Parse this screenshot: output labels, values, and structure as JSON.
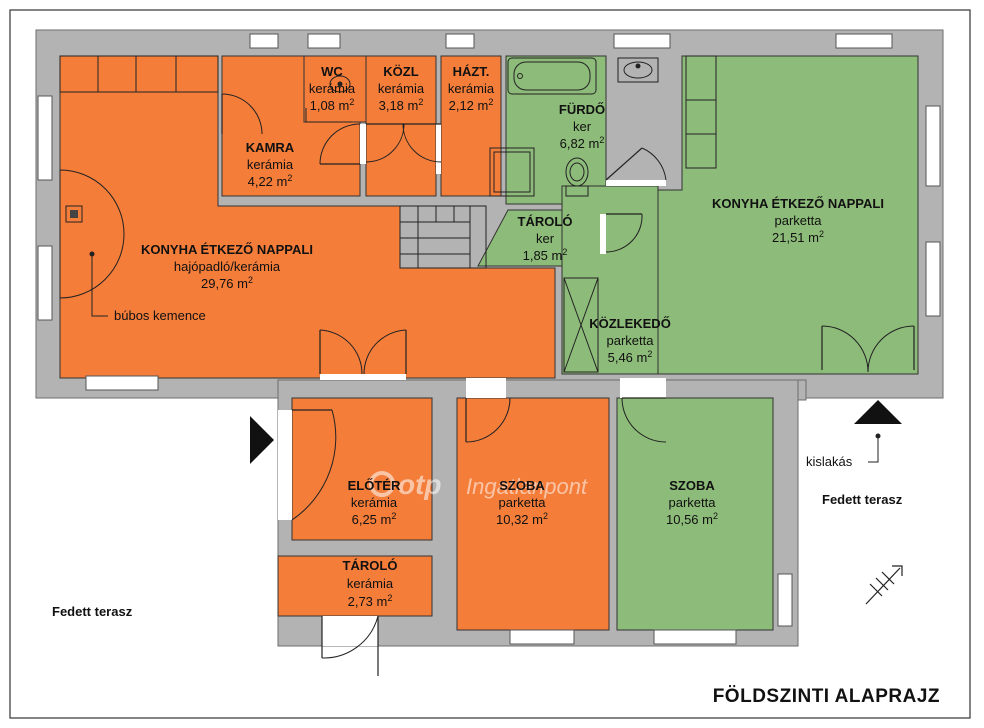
{
  "plan_title": "FÖLDSZINTI ALAPRAJZ",
  "watermark": {
    "brand": "otp",
    "suffix": "Ingatlanpont"
  },
  "colors": {
    "orange": "#f47d3a",
    "green": "#8dbb79",
    "wall": "#b3b3b3",
    "white": "#ffffff"
  },
  "rooms": [
    {
      "id": "nappali-1",
      "name": "KONYHA ÉTKEZŐ NAPPALI",
      "material": "hajópadló/kerámia",
      "area": "29,76 m",
      "unit_sup": "2"
    },
    {
      "id": "wc",
      "name": "WC",
      "material": "kerámia",
      "area": "1,08 m",
      "unit_sup": "2"
    },
    {
      "id": "kozl",
      "name": "KÖZL",
      "material": "kerámia",
      "area": "3,18 m",
      "unit_sup": "2"
    },
    {
      "id": "hazt",
      "name": "HÁZT.",
      "material": "kerámia",
      "area": "2,12 m",
      "unit_sup": "2"
    },
    {
      "id": "kamra",
      "name": "KAMRA",
      "material": "kerámia",
      "area": "4,22 m",
      "unit_sup": "2"
    },
    {
      "id": "furdo",
      "name": "FÜRDŐ",
      "material": "ker",
      "area": "6,82 m",
      "unit_sup": "2"
    },
    {
      "id": "tarolo-1",
      "name": "TÁROLÓ",
      "material": "ker",
      "area": "1,85 m",
      "unit_sup": "2"
    },
    {
      "id": "nappali-2",
      "name": "KONYHA ÉTKEZŐ NAPPALI",
      "material": "parketta",
      "area": "21,51 m",
      "unit_sup": "2"
    },
    {
      "id": "kozlekedo",
      "name": "KÖZLEKEDŐ",
      "material": "parketta",
      "area": "5,46 m",
      "unit_sup": "2"
    },
    {
      "id": "eloter",
      "name": "ELŐTÉR",
      "material": "kerámia",
      "area": "6,25 m",
      "unit_sup": "2"
    },
    {
      "id": "szoba-1",
      "name": "SZOBA",
      "material": "parketta",
      "area": "10,32 m",
      "unit_sup": "2"
    },
    {
      "id": "szoba-2",
      "name": "SZOBA",
      "material": "parketta",
      "area": "10,56 m",
      "unit_sup": "2"
    },
    {
      "id": "tarolo-2",
      "name": "TÁROLÓ",
      "material": "kerámia",
      "area": "2,73 m",
      "unit_sup": "2"
    }
  ],
  "annotations": {
    "stove": "búbos kemence",
    "terrace_left": "Fedett terasz",
    "terrace_right": "Fedett terasz",
    "kislakas": "kislakás"
  }
}
